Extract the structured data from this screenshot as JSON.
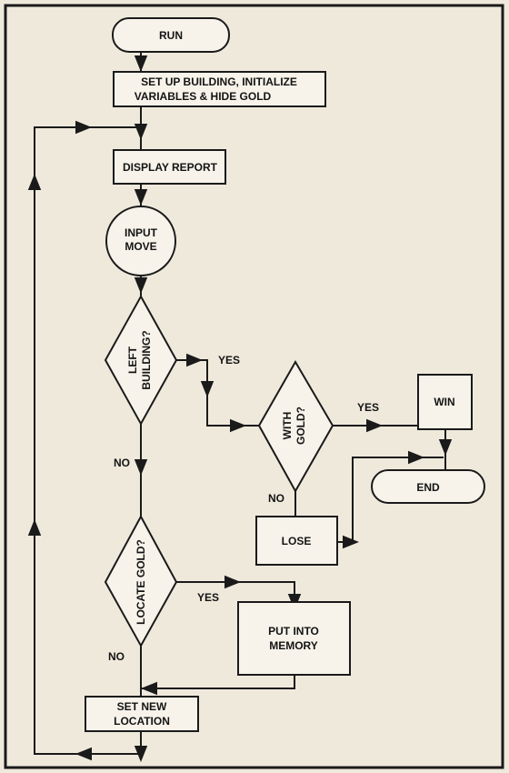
{
  "nodes": {
    "run": "RUN",
    "setup_line1": "SET UP BUILDING, INITIALIZE",
    "setup_line2": "VARIABLES & HIDE GOLD",
    "display_report": "DISPLAY REPORT",
    "input_line1": "INPUT",
    "input_line2": "MOVE",
    "left_line1": "LEFT",
    "left_line2": "BUILDING?",
    "with_line1": "WITH",
    "with_line2": "GOLD?",
    "win": "WIN",
    "end": "END",
    "lose": "LOSE",
    "locate_gold": "LOCATE GOLD?",
    "memory_line1": "PUT INTO",
    "memory_line2": "MEMORY",
    "setloc_line1": "SET NEW",
    "setloc_line2": "LOCATION"
  },
  "edges": {
    "left_yes": "YES",
    "left_no": "NO",
    "with_yes": "YES",
    "with_no": "NO",
    "locate_yes": "YES",
    "locate_no": "NO"
  }
}
